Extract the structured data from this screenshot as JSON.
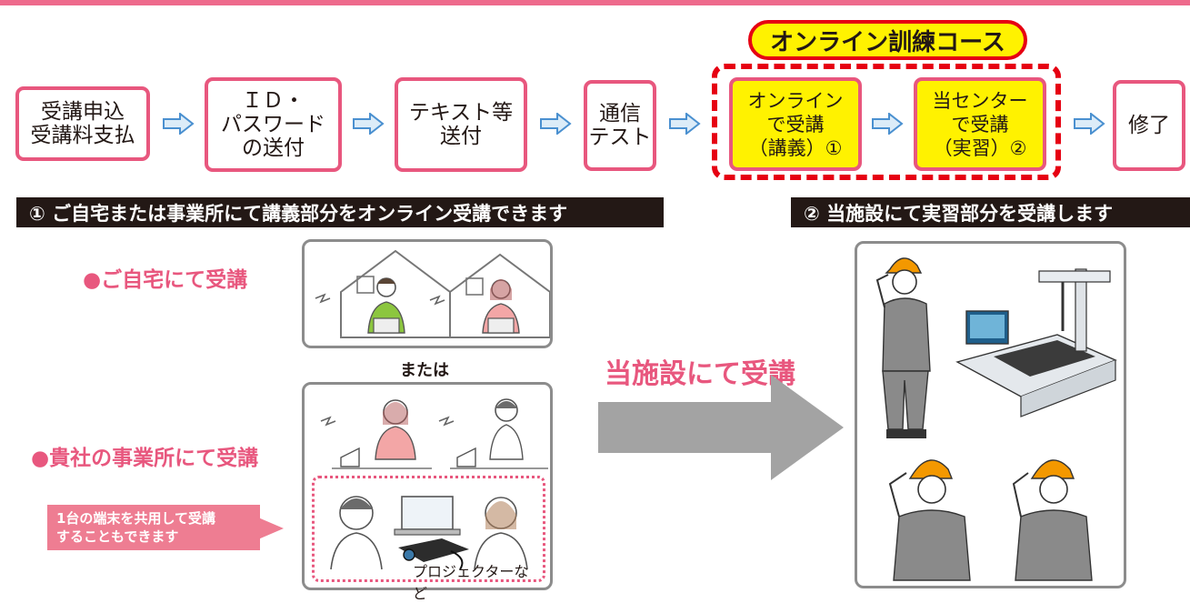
{
  "flow": {
    "step1": "受講申込\n受講料支払",
    "step2": "ＩＤ・\nパスワード\nの送付",
    "step3": "テキスト等\n送付",
    "step4": "通信\nテスト",
    "step5": "オンライン\nで受講\n（講義）①",
    "step6": "当センター\nで受講\n（実習）②",
    "step7": "修了",
    "course_title": "オンライン訓練コース"
  },
  "sections": {
    "left_heading": "①  ご自宅または事業所にて講義部分をオンライン受講できます",
    "right_heading": "②  当施設にて実習部分を受講します"
  },
  "left": {
    "home_label": "●ご自宅にて受講",
    "or_label": "または",
    "office_label": "●貴社の事業所にて受講",
    "callout": "1台の端末を共用して受講\nすることもできます",
    "projector_label": "プロジェクターなど"
  },
  "center": {
    "facility_label": "当施設にて受講"
  },
  "colors": {
    "accent_pink": "#e8577e",
    "red": "#e60012",
    "yellow": "#fff200",
    "dark": "#231815",
    "orange_helmet": "#f39800",
    "gray_arrow": "#a3a3a3"
  }
}
